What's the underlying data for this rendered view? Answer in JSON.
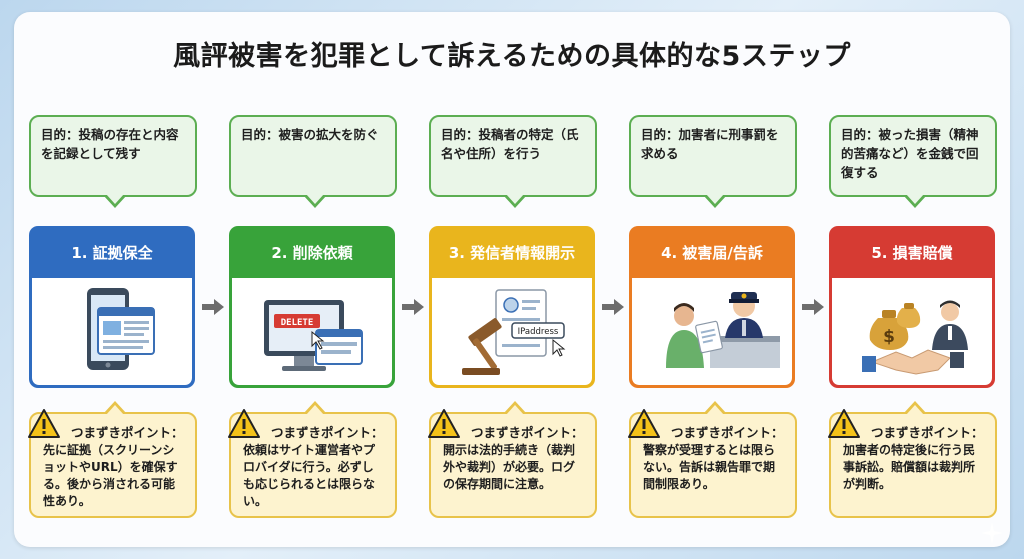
{
  "title": "風評被害を犯罪として訴えるための具体的な5ステップ",
  "colors": {
    "step1": "#2f6cc0",
    "step2": "#38a33a",
    "step3": "#e9b51d",
    "step4": "#ea7c22",
    "step5": "#d63b33",
    "purpose_border": "#5cae52",
    "warn_border": "#e8c34a"
  },
  "steps": [
    {
      "label": "1. 証拠保全",
      "purpose": "目的：投稿の存在と内容を記録として残す",
      "warn_title": "つまずきポイント：",
      "warn_text": "先に証拠（スクリーンショットやURL）を確保する。後から消される可能性あり。",
      "icon": "smartphone-screenshot-icon"
    },
    {
      "label": "2. 削除依頼",
      "purpose": "目的：被害の拡大を防ぐ",
      "warn_title": "つまずきポイント：",
      "warn_text": "依頼はサイト運営者やプロバイダに行う。必ずしも応じられるとは限らない。",
      "icon": "computer-delete-icon",
      "icon_text": "DELETE"
    },
    {
      "label": "3. 発信者情報開示",
      "purpose": "目的：投稿者の特定（氏名や住所）を行う",
      "warn_title": "つまずきポイント：",
      "warn_text": "開示は法的手続き（裁判外や裁判）が必要。ログの保存期間に注意。",
      "icon": "gavel-document-icon",
      "icon_text": "IPaddress"
    },
    {
      "label": "4. 被害届/告訴",
      "purpose": "目的：加害者に刑事罰を求める",
      "warn_title": "つまずきポイント：",
      "warn_text": "警察が受理するとは限らない。告訴は親告罪で期間制限あり。",
      "icon": "police-report-icon"
    },
    {
      "label": "5. 損害賠償",
      "purpose": "目的：被った損害（精神的苦痛など）を金銭で回復する",
      "warn_title": "つまずきポイント：",
      "warn_text": "加害者の特定後に行う民事訴訟。賠償額は裁判所が判断。",
      "icon": "money-handshake-icon"
    }
  ]
}
